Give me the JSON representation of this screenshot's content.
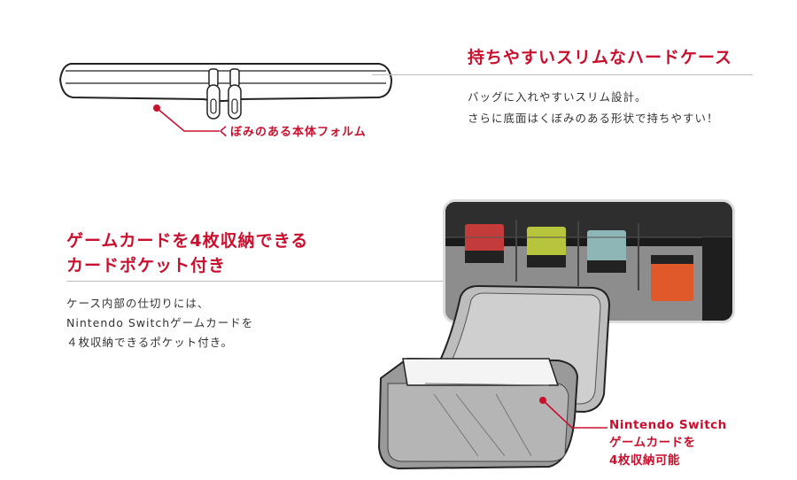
{
  "section1": {
    "heading": "持ちやすいスリムなハードケース",
    "body_lines": [
      "バッグに入れやすいスリム設計。",
      "さらに底面はくぼみのある形状で持ちやすい！"
    ],
    "callout": "くぼみのある本体フォルム"
  },
  "section2": {
    "heading_lines": [
      "ゲームカードを4枚収納できる",
      "カードポケット付き"
    ],
    "body_lines": [
      "ケース内部の仕切りには、",
      "Nintendo Switchゲームカードを",
      "４枚収納できるポケット付き。"
    ],
    "callout_lines": [
      "Nintendo Switch",
      "ゲームカードを",
      "4枚収納可能"
    ]
  },
  "colors": {
    "accent": "#c8102e",
    "rule": "#bdbdbd"
  },
  "icons": [
    "zipper-pull-icon",
    "callout-dot-icon"
  ]
}
